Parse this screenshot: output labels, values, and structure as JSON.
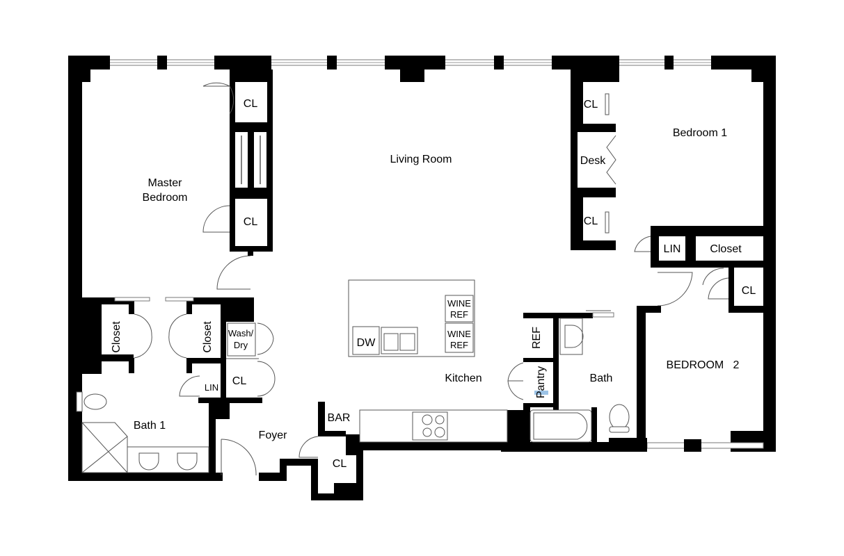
{
  "rooms": {
    "living_room": "Living Room",
    "master_bedroom_line1": "Master",
    "master_bedroom_line2": "Bedroom",
    "bedroom_1": "Bedroom 1",
    "bedroom_2": "BEDROOM   2",
    "kitchen": "Kitchen",
    "bath": "Bath",
    "bath_1": "Bath 1",
    "foyer": "Foyer"
  },
  "closets": {
    "master_cl_top": "CL",
    "master_cl_bottom": "CL",
    "bed1_cl_top": "CL",
    "bed1_desk": "Desk",
    "bed1_cl_bottom": "CL",
    "lin_right": "LIN",
    "closet_right": "Closet",
    "cl_bed2": "CL",
    "closet_bath1_left": "Closet",
    "closet_bath1_right": "Closet",
    "wash_dry_line1": "Wash/",
    "wash_dry_line2": "Dry",
    "cl_hall": "CL",
    "lin_bath1": "LIN",
    "bar": "BAR",
    "cl_foyer": "CL",
    "ref": "REF",
    "pantry": "Pantry"
  },
  "appliances": {
    "dw": "DW",
    "wine_ref_1_line1": "WINE",
    "wine_ref_1_line2": "REF",
    "wine_ref_2_line1": "WINE",
    "wine_ref_2_line2": "REF"
  },
  "colors": {
    "walls": "#000000",
    "fixtures": "#555555",
    "pantry_highlight": "#9cc3e6"
  }
}
